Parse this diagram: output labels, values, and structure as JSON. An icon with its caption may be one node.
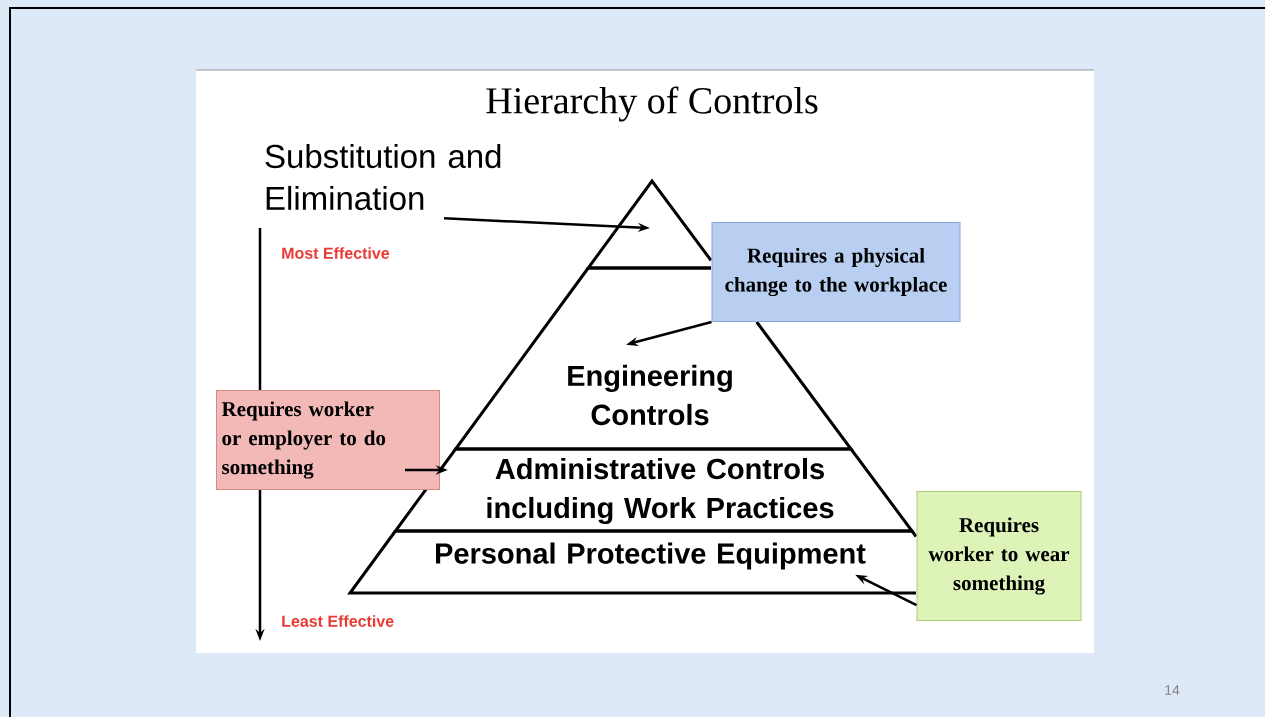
{
  "diagram": {
    "title": "Hierarchy of Controls",
    "nodes": [
      {
        "text": [
          "Substitution and Elimination"
        ]
      },
      {
        "text": [],
        "shape": "triangle"
      },
      {
        "text": [
          "Requires a physical change to the workplace"
        ]
      },
      {
        "text": [
          "Engineering Controls"
        ]
      },
      {
        "text": [
          "Requires worker or employer to do something"
        ]
      },
      {
        "text": [
          "Administrative Controls including Work Practices"
        ]
      },
      {
        "text": [
          "Personal Protective Equipment"
        ]
      },
      {
        "text": [
          "Requires worker to wear something"
        ]
      }
    ],
    "edges": [
      {
        "from": 0,
        "to": 1,
        "arrow": "to"
      },
      {
        "from": 2,
        "to": 3,
        "arrow": "to"
      },
      {
        "from": 4,
        "to": 5,
        "arrow": "to"
      },
      {
        "from": 7,
        "to": 6,
        "arrow": "to"
      }
    ],
    "labels": [
      "Most Effective",
      "Least Effective",
      "14"
    ]
  }
}
